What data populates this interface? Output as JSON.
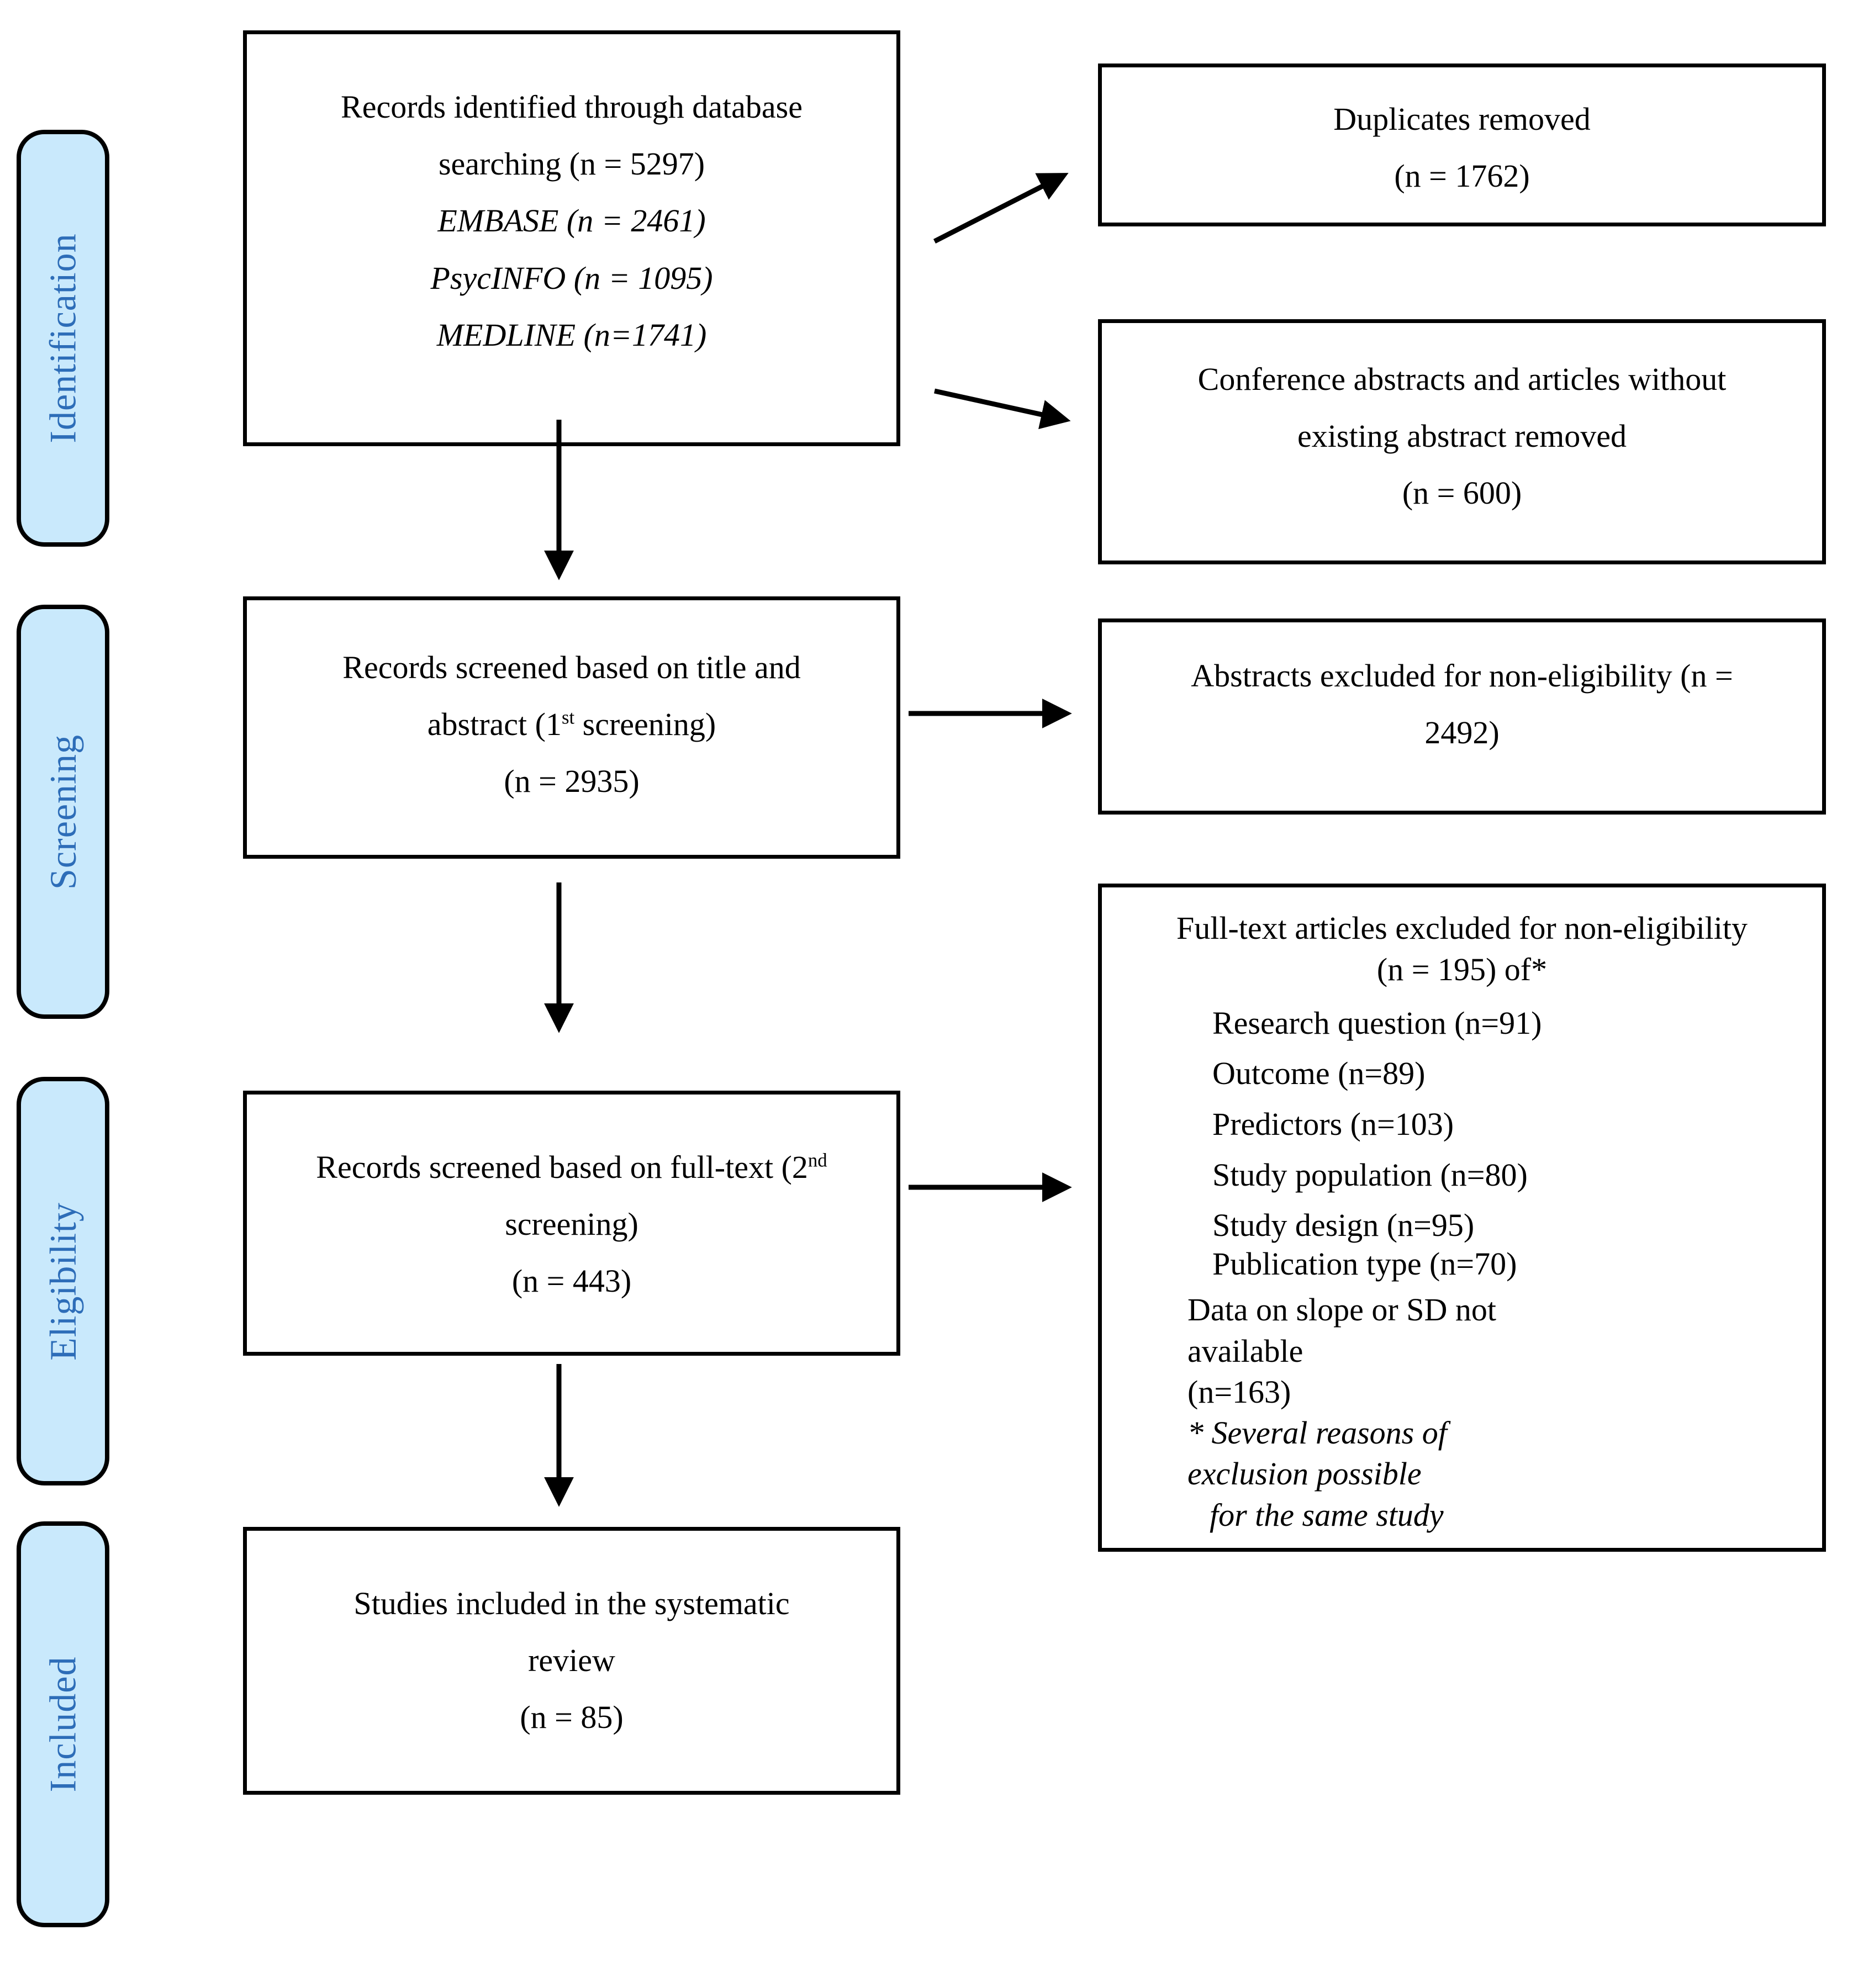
{
  "diagram": {
    "type": "prisma-flow",
    "colors": {
      "stage_fill": "#c9e9fc",
      "stage_text": "#2d6db8",
      "box_border": "#000000",
      "box_text": "#000000",
      "arrow": "#000000",
      "background": "#ffffff"
    },
    "stages": [
      {
        "label": "Identification"
      },
      {
        "label": "Screening"
      },
      {
        "label": "Eligibility"
      },
      {
        "label": "Included"
      }
    ],
    "boxes": {
      "identified": {
        "line1": "Records identified through database",
        "line2": "searching (n = 5297)",
        "source1": "EMBASE (n = 2461)",
        "source2": "PsycINFO (n = 1095)",
        "source3": "MEDLINE (n=1741)"
      },
      "duplicates": {
        "line1": "Duplicates removed",
        "line2": "(n = 1762)"
      },
      "conference": {
        "line1": "Conference abstracts and articles without",
        "line2": "existing abstract removed",
        "line3": "(n = 600)"
      },
      "title_screening": {
        "line1": "Records screened based on title and",
        "line2_pre": "abstract (1",
        "line2_sup": "st",
        "line2_post": " screening)",
        "line3": "(n = 2935)"
      },
      "abstracts_excluded": {
        "line1": "Abstracts excluded for non-eligibility (n =",
        "line2": "2492)"
      },
      "fulltext_screening": {
        "line1_pre": "Records screened based on full-text (2",
        "line1_sup": "nd",
        "line2": "screening)",
        "line3": "(n = 443)"
      },
      "fulltext_excluded": {
        "heading_line1": "Full-text articles excluded for non-eligibility",
        "heading_line2": "(n = 195) of*",
        "reasons": [
          "Research question (n=91)",
          "Outcome (n=89)",
          "Predictors (n=103)",
          "Study population (n=80)",
          "Study design (n=95)",
          "Publication type (n=70)"
        ],
        "slope_line1": "Data on slope or SD not",
        "slope_line2": "available",
        "slope_line3": "(n=163)",
        "note_line1": "* Several reasons of",
        "note_line2": "exclusion possible",
        "note_line3": "for the same study"
      },
      "included": {
        "line1": "Studies included in the systematic",
        "line2": "review",
        "line3": "(n = 85)"
      }
    }
  }
}
